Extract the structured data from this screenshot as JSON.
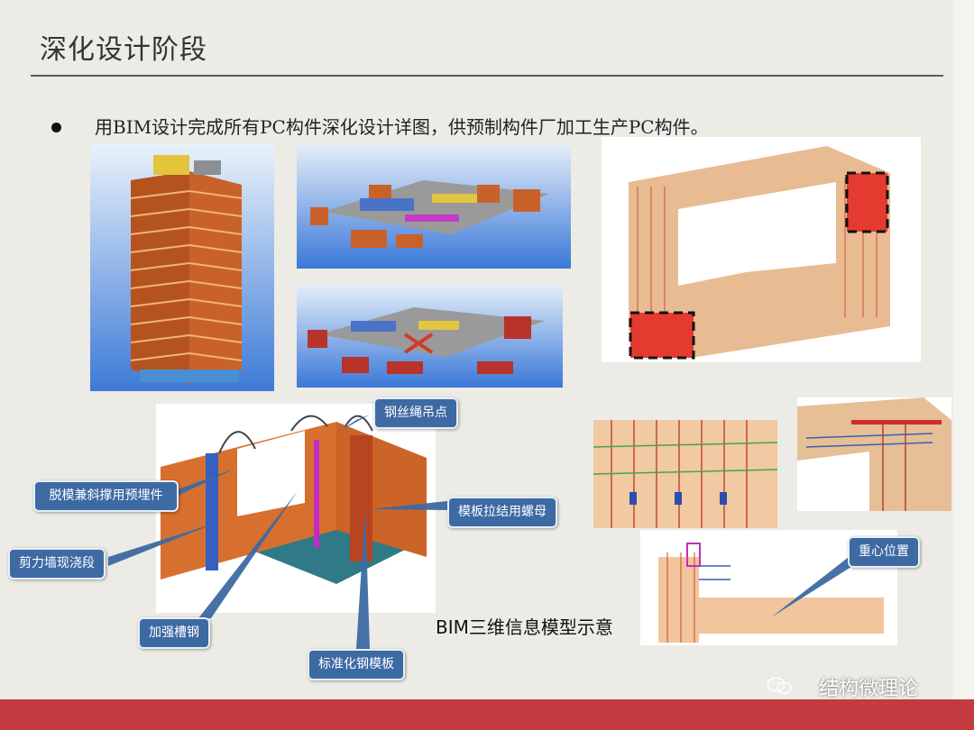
{
  "slide": {
    "title": "深化设计阶段",
    "bullet": "用BIM设计完成所有PC构件深化设计详图，供预制构件厂加工生产PC构件。",
    "caption": "BIM三维信息模型示意"
  },
  "callouts": {
    "wire_rope": "钢丝绳吊点",
    "demold": "脱模兼斜撑用预埋件",
    "shear_wall": "剪力墙现浇段",
    "formwork_nut": "模板拉结用螺母",
    "channel_steel": "加强槽钢",
    "std_formwork": "标准化钢模板",
    "center_gravity": "重心位置"
  },
  "watermark": "结构微理论",
  "colors": {
    "accent_red": "#c43b3f",
    "callout_blue": "#3d6aa3",
    "model_orange": "#d7702e",
    "sky_blue": "#3a78d8"
  }
}
